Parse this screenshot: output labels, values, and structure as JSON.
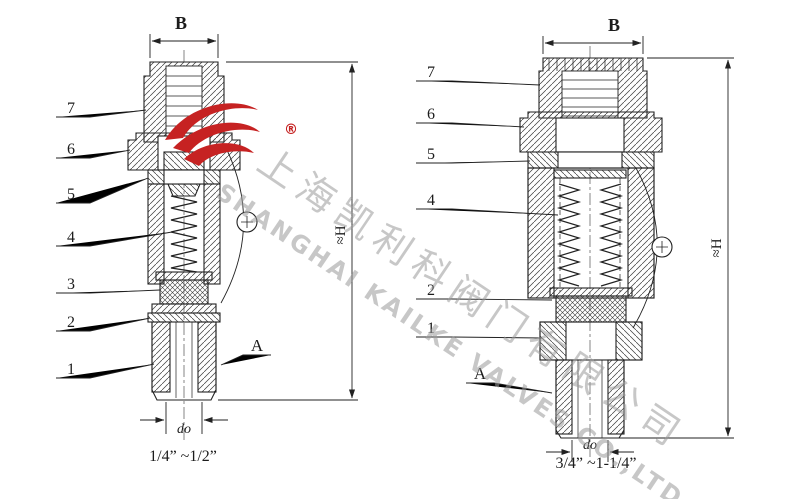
{
  "watermark": {
    "cn": "上海凯利科阀门有限公司",
    "en": "SHANGHAI KAILKE VALVES CO.,LTD"
  },
  "logo": {
    "registered": "®"
  },
  "left_valve": {
    "callouts": [
      "7",
      "6",
      "5",
      "4",
      "3",
      "2",
      "1"
    ],
    "dim_b": "B",
    "dim_h": "≈H",
    "dim_do": "do",
    "label_a": "A",
    "caption": "1/4” ~1/2”"
  },
  "right_valve": {
    "callouts": [
      "7",
      "6",
      "5",
      "4",
      "2",
      "1"
    ],
    "dim_b": "B",
    "dim_h": "≈H",
    "dim_do": "do",
    "label_a": "A",
    "caption": "3/4” ~1-1/4”"
  }
}
